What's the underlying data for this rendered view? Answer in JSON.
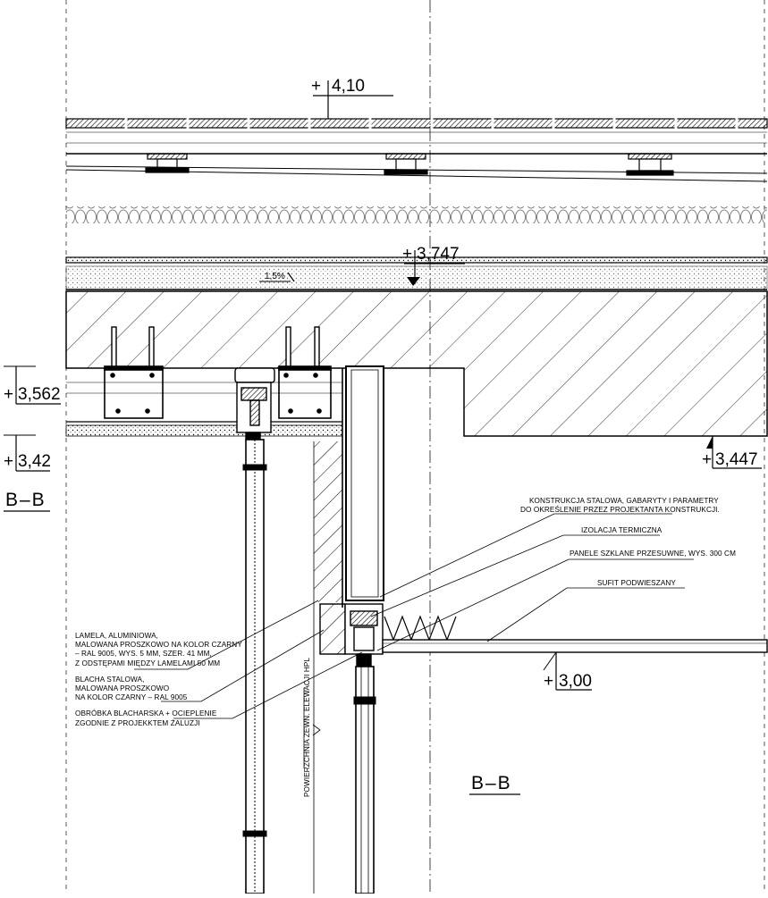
{
  "levels": {
    "top": "4,10",
    "membrane": "3,747",
    "left_upper": "3,562",
    "left_lower": "3,42",
    "right": "3,447",
    "ceiling": "3,00"
  },
  "plus_sign": "+",
  "slope": "1,5%",
  "section_left": "B–B",
  "section_center": "B–B",
  "notes_right": {
    "steel_line1": "KONSTRUKCJA STALOWA, GABARYTY I PARAMETRY",
    "steel_line2": "DO OKREŚLENIE PRZEZ PROJEKTANTA KONSTRUKCJI.",
    "insulation": "IZOLACJA TERMICZNA",
    "glass": "PANELE SZKLANE PRZESUWNE, WYS. 300 CM",
    "ceiling": "SUFIT PODWIESZANY"
  },
  "notes_left": {
    "lamella_1": "LAMELA, ALUMINIOWA,",
    "lamella_2": "MALOWANA PROSZKOWO NA KOLOR CZARNY",
    "lamella_3": "– RAL 9005, WYS. 5 MM, SZER. 41 MM,",
    "lamella_4": "Z ODSTĘPAMI MIĘDZY LAMELAMI 50 MM",
    "sheet_1": "BLACHA STALOWA,",
    "sheet_2": "MALOWANA PROSZKOWO",
    "sheet_3": "NA KOLOR CZARNY – RAL 9005",
    "flashing_1": "OBRÓBKA BLACHARSKA + OCIEPLENIE",
    "flashing_2": "ZGODNIE Z PROJEKKTEM ŻALUZJI"
  },
  "elevation_surface": "POWIERZCHNIA ZEWN. ELEWACJI HPL"
}
